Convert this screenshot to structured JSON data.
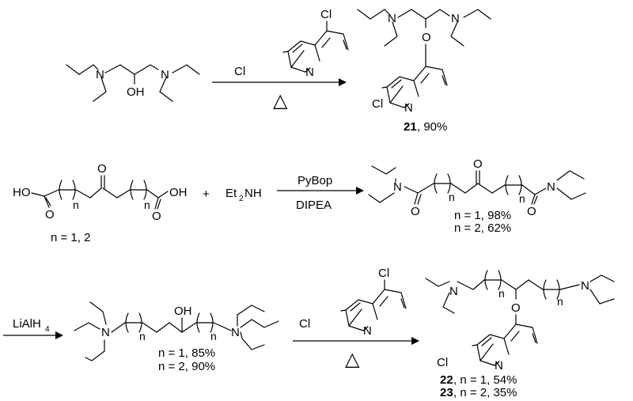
{
  "atoms": {
    "N": "N",
    "O": "O",
    "OH": "OH",
    "Cl": "Cl",
    "HO": "HO",
    "n": "n"
  },
  "reagents": {
    "heat_symbol": "△",
    "amine_et": "Et",
    "amine_sub": "2",
    "amine_nh": "NH",
    "plus": "+",
    "pybop": "PyBop",
    "dipea": "DIPEA",
    "lialh4_main": "LiAlH",
    "lialh4_sub": "4"
  },
  "labels": {
    "compound_21": "21",
    "yield_21": ", 90%",
    "n_range": "n = 1, 2",
    "amide_n1": "n = 1, 98%",
    "amide_n2": "n = 2, 62%",
    "alcohol_n1": "n = 1, 85%",
    "alcohol_n2": "n = 2, 90%",
    "compound_22": "22",
    "yield_22": ", n = 1, 54%",
    "compound_23": "23",
    "yield_23": ", n = 2, 35%"
  }
}
